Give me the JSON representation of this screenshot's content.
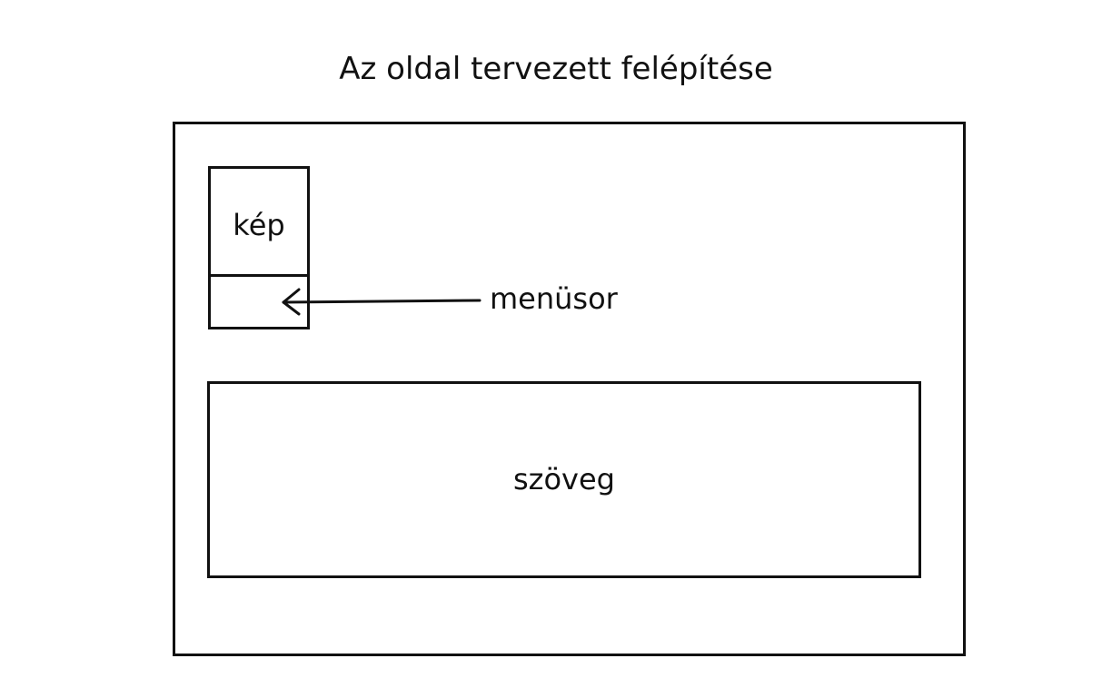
{
  "title": "Az oldal tervezett felépítése",
  "blocks": {
    "image_label": "kép",
    "menu_label": "menüsor",
    "text_label": "szöveg"
  },
  "colors": {
    "stroke": "#111111",
    "background": "#ffffff"
  }
}
